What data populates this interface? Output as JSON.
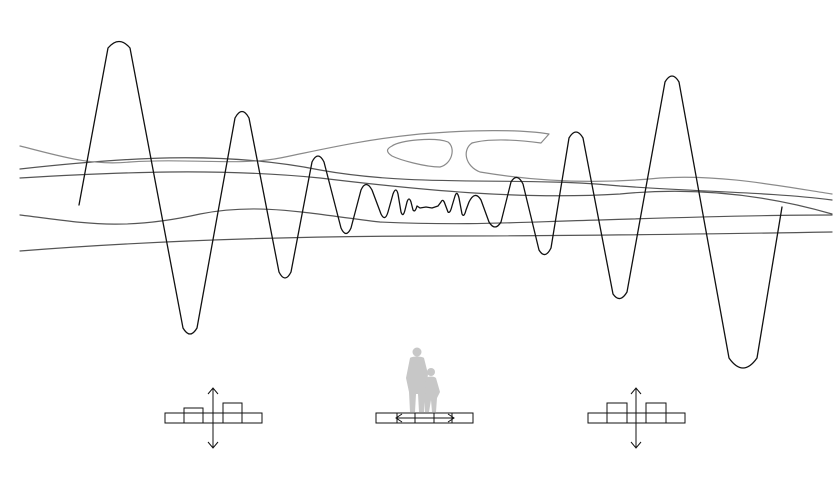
{
  "diagram": {
    "background": "#ffffff",
    "colors": {
      "zigzag_stroke": "#111111",
      "terrain_stroke": "#555555",
      "path_stroke": "#8a8a8a",
      "icon_stroke": "#111111",
      "figure_fill": "#c7c7c7"
    },
    "elements": [
      "zigzag-line",
      "terrain-lines",
      "path-outline",
      "island-shape",
      "left-section-icon",
      "center-section-icon",
      "right-section-icon",
      "human-figures-silhouette"
    ]
  }
}
